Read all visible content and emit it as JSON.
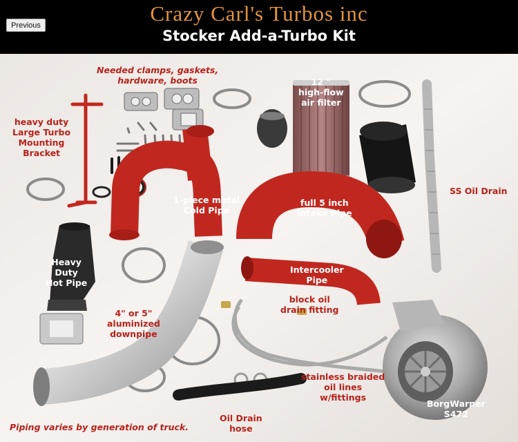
{
  "header": {
    "brand": "Crazy Carl's Turbos inc",
    "subtitle": "Stocker  Add-a-Turbo Kit"
  },
  "nav": {
    "previous_label": "Previous"
  },
  "colors": {
    "header_bg": "#000000",
    "brand": "#e2953c",
    "label_red": "#b8231b",
    "pipe_red": "#c0281f",
    "label_white": "#ffffff",
    "backdrop": "#f3efec"
  },
  "labels": {
    "clamps_1": "Needed clamps, gaskets,",
    "clamps_2": "hardware, boots",
    "filter_1": "12 \"",
    "filter_2": "high-flow",
    "filter_3": "air filter",
    "bracket_1": "heavy duty",
    "bracket_2": "Large Turbo",
    "bracket_3": "Mounting",
    "bracket_4": "Bracket",
    "cold_1": "1-piece metal",
    "cold_2": "Cold Pipe",
    "intake_1": "full 5 inch",
    "intake_2": "Intake Pipe",
    "ss_drain": "SS Oil Drain",
    "hot_1": "Heavy",
    "hot_2": "Duty",
    "hot_3": "Hot Pipe",
    "inter_1": "Intercooler",
    "inter_2": "Pipe",
    "block_1": "block oil",
    "block_2": "drain fitting",
    "down_1": "4\" or 5\"",
    "down_2": "aluminized",
    "down_3": "downpipe",
    "lines_1": "stainless braided",
    "lines_2": "oil lines",
    "lines_3": "w/fittings",
    "turbo_1": "BorgWarner",
    "turbo_2": "S472",
    "drain_1": "Oil Drain",
    "drain_2": "hose",
    "footer": "Piping varies by generation of truck."
  }
}
